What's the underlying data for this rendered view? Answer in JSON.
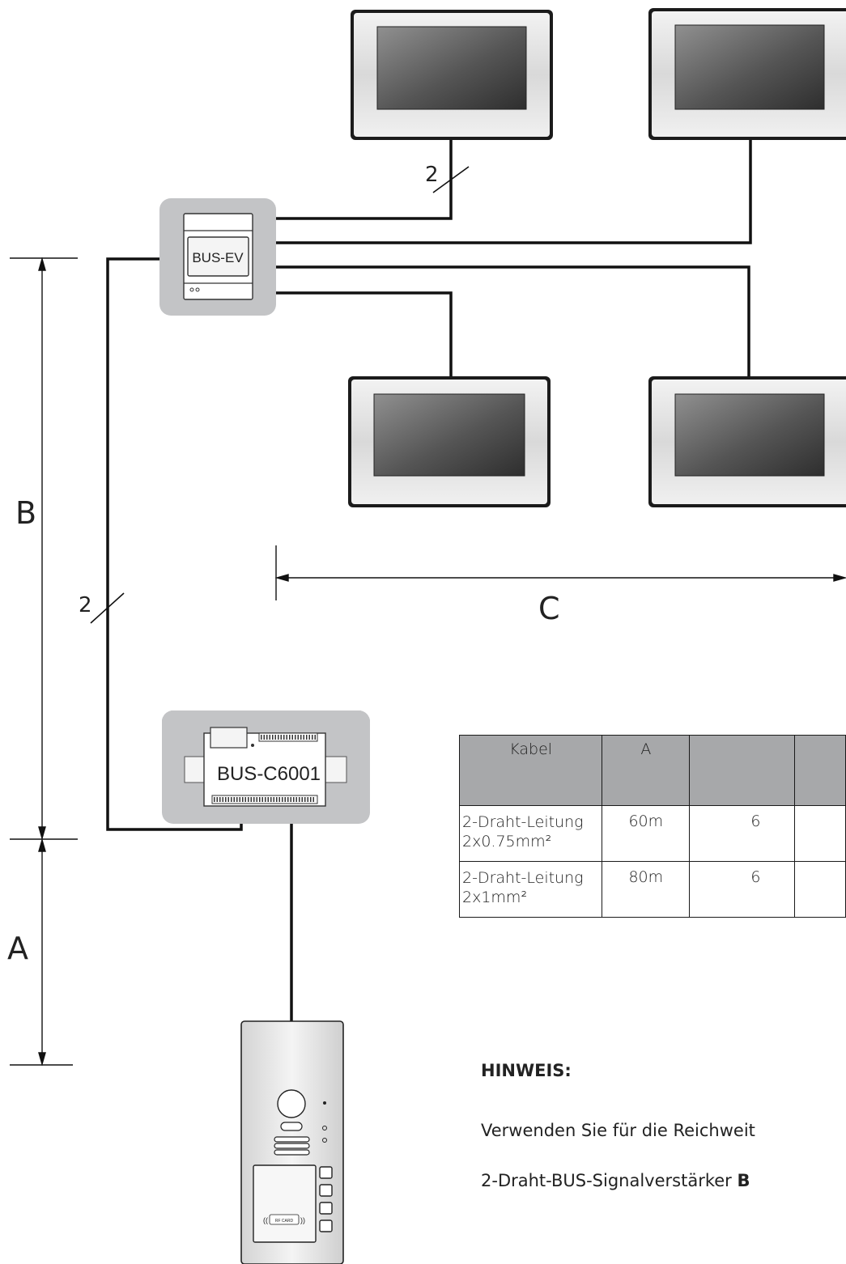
{
  "devices": {
    "distributor_label": "BUS-EV",
    "controller_label": "BUS-C6001",
    "rf_card_label": "RF CARD"
  },
  "wire_counts": {
    "monitor_branch": "2",
    "main_line": "2"
  },
  "dimensions": {
    "a": "A",
    "b": "B",
    "c": "C"
  },
  "table": {
    "headers": [
      "Kabel",
      "A",
      "",
      ""
    ],
    "rows": [
      {
        "cable_line1": "2-Draht-Leitung",
        "cable_line2": "2x0.75mm²",
        "a": "60m",
        "b": "6",
        "c": ""
      },
      {
        "cable_line1": "2-Draht-Leitung",
        "cable_line2": "2x1mm²",
        "a": "80m",
        "b": "6",
        "c": ""
      }
    ]
  },
  "note": {
    "title": "HINWEIS:",
    "line1": "Verwenden Sie für die Reichweit",
    "line2_prefix": "2-Draht-BUS-Signalverstärker ",
    "line2_bold": "B"
  }
}
